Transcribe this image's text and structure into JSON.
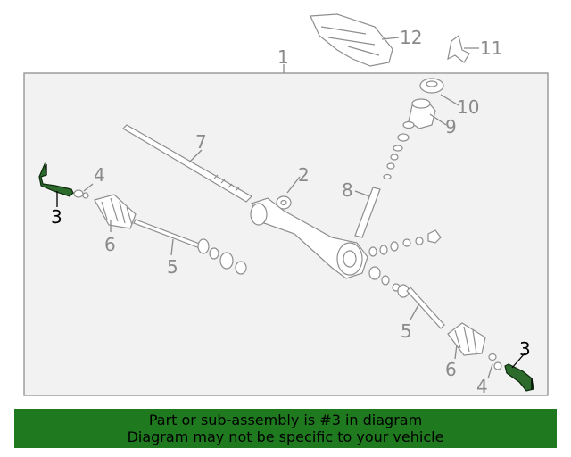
{
  "callouts": {
    "c1": "1",
    "c2": "2",
    "c3a": "3",
    "c3b": "3",
    "c4a": "4",
    "c4b": "4",
    "c5a": "5",
    "c5b": "5",
    "c6a": "6",
    "c6b": "6",
    "c7": "7",
    "c8": "8",
    "c9": "9",
    "c10": "10",
    "c11": "11",
    "c12": "12"
  },
  "highlight": {
    "part_number": "3",
    "color": "#2c6b2c"
  },
  "banner": {
    "line1": "Part or sub-assembly is #3 in diagram",
    "line2": "Diagram may not be specific to your vehicle",
    "background": "#1f7a1f"
  }
}
